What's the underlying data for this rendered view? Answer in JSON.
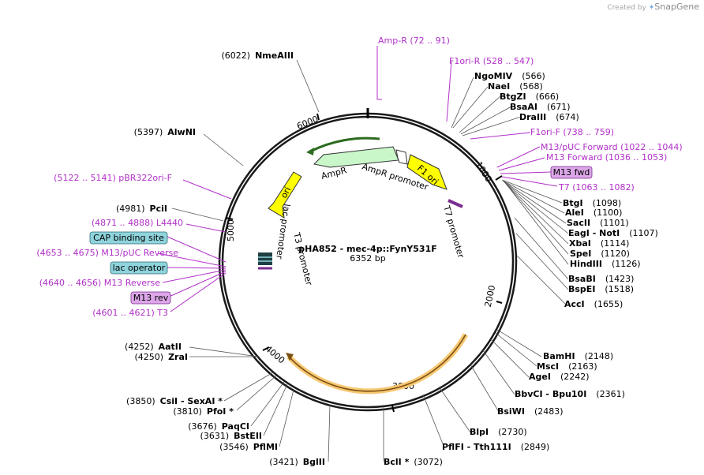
{
  "credit": {
    "prefix": "Created by",
    "brand": "SnapGene"
  },
  "plasmid": {
    "name": "pHA852 - mec-4p::FynY531F",
    "size": "6352 bp"
  },
  "ticks": [
    "1000",
    "2000",
    "3000",
    "4000",
    "5000",
    "6000"
  ],
  "sites": [
    {
      "id": "nmeaiii",
      "name": "NmeAIII",
      "pos": "(6022)",
      "side": "L"
    },
    {
      "id": "alwni",
      "name": "AlwNI",
      "pos": "(5397)",
      "side": "L"
    },
    {
      "id": "pcii",
      "name": "PciI",
      "pos": "(4981)",
      "side": "L"
    },
    {
      "id": "aatii",
      "name": "AatII",
      "pos": "(4252)",
      "side": "L"
    },
    {
      "id": "zrai",
      "name": "ZraI",
      "pos": "(4250)",
      "side": "L"
    },
    {
      "id": "csii",
      "name": "CsiI  - SexAI *",
      "pos": "(3850)",
      "side": "L"
    },
    {
      "id": "pfoi",
      "name": "PfoI *",
      "pos": "(3810)",
      "side": "L"
    },
    {
      "id": "paqci",
      "name": "PaqCI",
      "pos": "(3676)",
      "side": "L"
    },
    {
      "id": "bsteii",
      "name": "BstEII",
      "pos": "(3631)",
      "side": "L"
    },
    {
      "id": "pflmi",
      "name": "PflMI",
      "pos": "(3546)",
      "side": "L"
    },
    {
      "id": "bglii",
      "name": "BglII",
      "pos": "(3421)",
      "side": "L"
    },
    {
      "id": "ngomiv",
      "name": "NgoMIV",
      "pos": "(566)",
      "side": "R"
    },
    {
      "id": "naei",
      "name": "NaeI",
      "pos": "(568)",
      "side": "R"
    },
    {
      "id": "btgzi",
      "name": "BtgZI",
      "pos": "(666)",
      "side": "R"
    },
    {
      "id": "bsaai",
      "name": "BsaAI",
      "pos": "(671)",
      "side": "R"
    },
    {
      "id": "draiii",
      "name": "DraIII",
      "pos": "(674)",
      "side": "R"
    },
    {
      "id": "btgi",
      "name": "BtgI",
      "pos": "(1098)",
      "side": "R"
    },
    {
      "id": "alei",
      "name": "AleI",
      "pos": "(1100)",
      "side": "R"
    },
    {
      "id": "sacii",
      "name": "SacII",
      "pos": "(1101)",
      "side": "R"
    },
    {
      "id": "eagi",
      "name": "EagI  - NotI",
      "pos": "(1107)",
      "side": "R"
    },
    {
      "id": "xbai",
      "name": "XbaI",
      "pos": "(1114)",
      "side": "R"
    },
    {
      "id": "spei",
      "name": "SpeI",
      "pos": "(1120)",
      "side": "R"
    },
    {
      "id": "hindiii",
      "name": "HindIII",
      "pos": "(1126)",
      "side": "R"
    },
    {
      "id": "bsabi",
      "name": "BsaBI",
      "pos": "(1423)",
      "side": "R"
    },
    {
      "id": "bspei",
      "name": "BspEI",
      "pos": "(1518)",
      "side": "R"
    },
    {
      "id": "acci",
      "name": "AccI",
      "pos": "(1655)",
      "side": "R"
    },
    {
      "id": "bamhi",
      "name": "BamHI",
      "pos": "(2148)",
      "side": "R"
    },
    {
      "id": "msci",
      "name": "MscI",
      "pos": "(2163)",
      "side": "R"
    },
    {
      "id": "agei",
      "name": "AgeI",
      "pos": "(2242)",
      "side": "R"
    },
    {
      "id": "bbvci",
      "name": "BbvCI  - Bpu10I",
      "pos": "(2361)",
      "side": "R"
    },
    {
      "id": "bsiwi",
      "name": "BsiWI",
      "pos": "(2483)",
      "side": "R"
    },
    {
      "id": "blpi",
      "name": "BlpI",
      "pos": "(2730)",
      "side": "R"
    },
    {
      "id": "pflfi",
      "name": "PflFI  - Tth111I",
      "pos": "(2849)",
      "side": "R"
    },
    {
      "id": "bcli",
      "name": "BclI *",
      "pos": "(3072)",
      "side": "R"
    }
  ],
  "features": [
    {
      "id": "ampr-site",
      "text": "Amp-R    (72 .. 91)"
    },
    {
      "id": "f1ori-r",
      "text": "F1ori-R    (528 .. 547)"
    },
    {
      "id": "f1ori-f",
      "text": "F1ori-F    (738 .. 759)"
    },
    {
      "id": "m13puc-fwd",
      "text": "M13/pUC Forward    (1022 .. 1044)"
    },
    {
      "id": "m13-forward",
      "text": "M13 Forward    (1036 .. 1053)"
    },
    {
      "id": "t7",
      "text": "T7    (1063 .. 1082)"
    },
    {
      "id": "pbr322ori-f",
      "text": "(5122 .. 5141)  pBR322ori-F"
    },
    {
      "id": "l4440",
      "text": "(4871 .. 4888)  L4440"
    },
    {
      "id": "m13puc-rev",
      "text": "(4653 .. 4675)  M13/pUC Reverse"
    },
    {
      "id": "m13-reverse",
      "text": "(4640 .. 4656)  M13 Reverse"
    },
    {
      "id": "t3",
      "text": "(4601 .. 4621)  T3"
    }
  ],
  "pills": [
    {
      "id": "m13-fwd",
      "text": "M13 fwd",
      "fill": "#dca6e8",
      "stroke": "#7a2d8f"
    },
    {
      "id": "cap",
      "text": "CAP binding site",
      "fill": "#8fd4dc",
      "stroke": "#2d6b74"
    },
    {
      "id": "lacop",
      "text": "lac operator",
      "fill": "#8fd4dc",
      "stroke": "#2d6b74"
    },
    {
      "id": "m13-rev",
      "text": "M13 rev",
      "fill": "#dca6e8",
      "stroke": "#7a2d8f"
    }
  ],
  "ring_features": {
    "ampr": "AmpR",
    "ampr_promoter": "AmpR promoter",
    "f1_ori": "F1 ori",
    "ori": "ori",
    "t7_promoter": "T7 promoter",
    "lac_promoter": "lac promoter",
    "t3_promoter": "T3 promoter"
  },
  "colors": {
    "feature": "#b130c8",
    "ampr": "#c9f7c9",
    "ori": "#ffff00",
    "orf": "#ffcb7a",
    "ring": "#1a1a1a"
  }
}
